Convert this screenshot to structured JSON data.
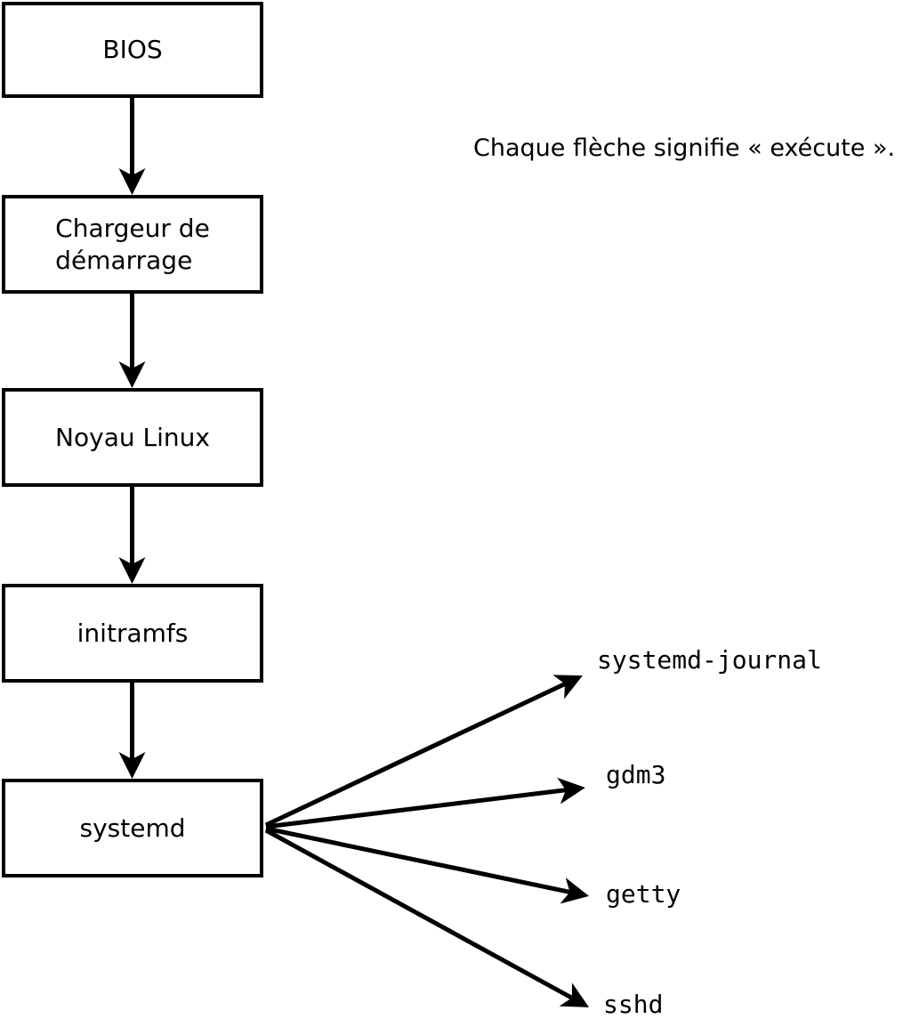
{
  "diagram": {
    "background": "#ffffff",
    "ink": "#000000",
    "note": "Chaque flèche signifie « exécute ».",
    "nodes": [
      {
        "id": "bios",
        "label": "BIOS"
      },
      {
        "id": "bootloader",
        "label": "Chargeur de\ndémarrage"
      },
      {
        "id": "kernel",
        "label": "Noyau Linux"
      },
      {
        "id": "initramfs",
        "label": "initramfs"
      },
      {
        "id": "systemd",
        "label": "systemd"
      }
    ],
    "spawned_processes": [
      {
        "id": "systemd-journal",
        "label": "systemd-journal"
      },
      {
        "id": "gdm3",
        "label": "gdm3"
      },
      {
        "id": "getty",
        "label": "getty"
      },
      {
        "id": "sshd",
        "label": "sshd"
      }
    ],
    "edges": [
      {
        "from": "bios",
        "to": "bootloader"
      },
      {
        "from": "bootloader",
        "to": "kernel"
      },
      {
        "from": "kernel",
        "to": "initramfs"
      },
      {
        "from": "initramfs",
        "to": "systemd"
      },
      {
        "from": "systemd",
        "to": "systemd-journal"
      },
      {
        "from": "systemd",
        "to": "gdm3"
      },
      {
        "from": "systemd",
        "to": "getty"
      },
      {
        "from": "systemd",
        "to": "sshd"
      }
    ]
  }
}
